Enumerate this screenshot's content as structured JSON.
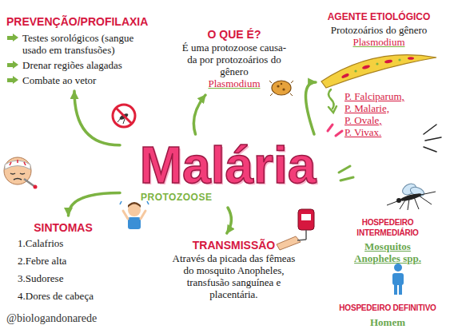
{
  "diagram": {
    "nodes": [
      {
        "text": [
          "PREVENÇÃO/PROFILAXIA",
          "Testes sorológicos (sangue usado em transfusões)",
          "Drenar regiões alagadas",
          "Combate ao vetor"
        ]
      },
      {
        "text": [
          "O QUE É?",
          "É uma protozoose causa- da por protozoários do gênero",
          "Plasmodium"
        ]
      },
      {
        "text": [
          "AGENTE ETIOLÓGICO",
          "Protozoários do gênero",
          "Plasmodium",
          "P. Falciparum,",
          "P. Malarie,",
          "P. Ovale,",
          "P. Vivax."
        ]
      },
      {
        "text": [
          "Malária",
          "PROTOZOOSE"
        ]
      },
      {
        "text": [
          "SINTOMAS",
          "1.Calafrios",
          "2.Febre alta",
          "3.Sudorese",
          "4.Dores de cabeça"
        ]
      },
      {
        "text": [
          "TRANSMISSÃO",
          "Através da picada das fêmeas do mosquito Anopheles, transfusão sanguínea e placentária."
        ]
      },
      {
        "text": [
          "HOSPEDEIRO INTERMEDIÁRIO",
          "Mosquitos Anopheles spp."
        ]
      },
      {
        "text": [
          "HOSPEDEIRO DEFINITIVO",
          "Homem"
        ]
      }
    ],
    "edges": [
      {
        "from": 3,
        "to": 0,
        "arrow": "to"
      },
      {
        "from": 3,
        "to": 1,
        "arrow": "to"
      },
      {
        "from": 3,
        "to": 2,
        "arrow": "to"
      },
      {
        "from": 3,
        "to": 4,
        "arrow": "to"
      },
      {
        "from": 3,
        "to": 5,
        "arrow": "to"
      }
    ],
    "labels": [
      "@biologandonarede"
    ]
  }
}
